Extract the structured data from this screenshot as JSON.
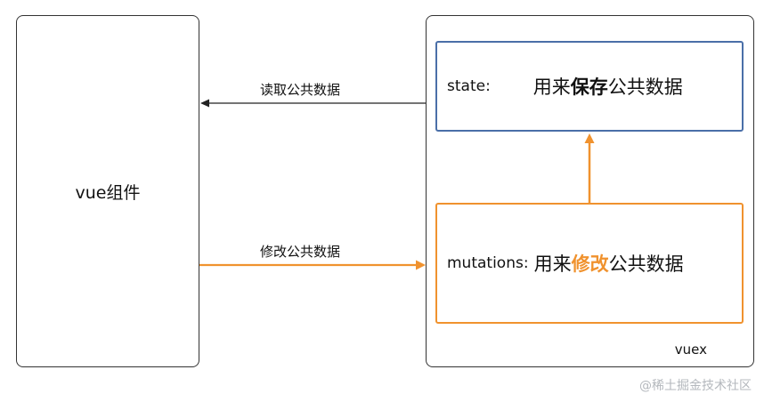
{
  "vue_component": {
    "label": "vue组件"
  },
  "vuex": {
    "label": "vuex"
  },
  "state": {
    "key": "state:",
    "desc_pre": "用来",
    "desc_hl": "保存",
    "desc_post": "公共数据"
  },
  "mutations": {
    "key": "mutations:",
    "desc_pre": "用来",
    "desc_hl": "修改",
    "desc_post": "公共数据"
  },
  "edges": {
    "read": {
      "label": "读取公共数据"
    },
    "modify": {
      "label": "修改公共数据"
    }
  },
  "watermark": "@稀土掘金技术社区",
  "colors": {
    "state_border": "#4a6fa8",
    "mutations_border": "#f0922e",
    "read_arrow": "#222222",
    "modify_arrow": "#f0922e"
  }
}
